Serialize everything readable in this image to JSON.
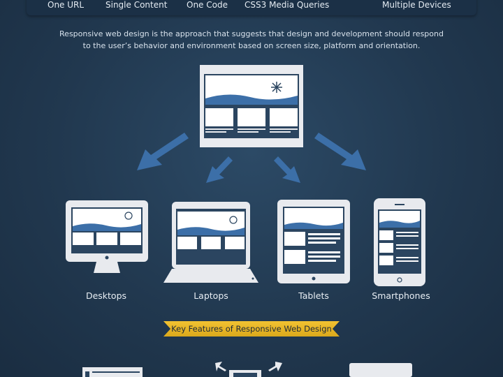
{
  "top_nav": {
    "items": [
      {
        "label": "One URL"
      },
      {
        "label": "Single Content"
      },
      {
        "label": "One Code"
      },
      {
        "label": "CSS3 Media Queries"
      },
      {
        "label": "Multiple Devices"
      }
    ]
  },
  "description": {
    "line1": "Responsive web design is the approach that suggests that design and development should respond",
    "line2": "to the user’s behavior and environment based on screen size,  platform and orientation."
  },
  "devices": [
    {
      "label": "Desktops",
      "icon": "desktop-icon"
    },
    {
      "label": "Laptops",
      "icon": "laptop-icon"
    },
    {
      "label": "Tablets",
      "icon": "tablet-icon"
    },
    {
      "label": "Smartphones",
      "icon": "smartphone-icon"
    }
  ],
  "features_banner": {
    "label": "Key Features of Responsive Web Design"
  },
  "colors": {
    "background": "#21384f",
    "screen_dark": "#2b4560",
    "wave_blue": "#3c6fa8",
    "device_frame": "#e8eaee",
    "banner_gold": "#f2c232"
  }
}
